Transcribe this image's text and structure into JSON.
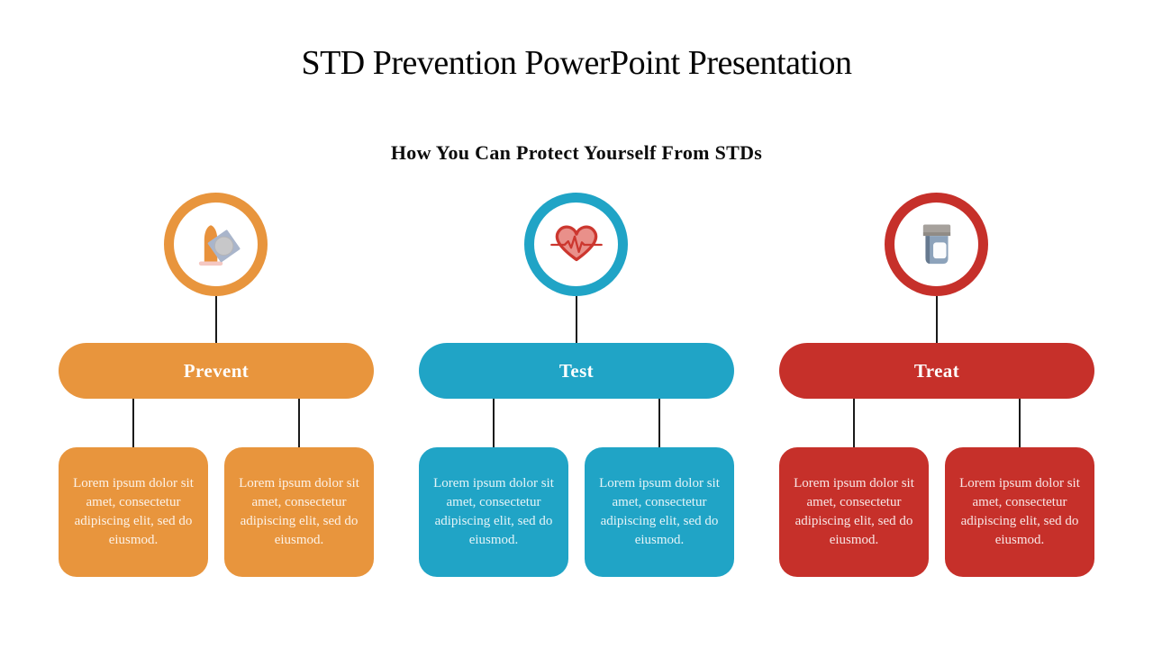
{
  "slide": {
    "title": "STD Prevention PowerPoint Presentation",
    "subtitle": "How You Can Protect Yourself From STDs"
  },
  "colors": {
    "orange": "#E8953D",
    "teal": "#20A4C6",
    "red": "#C6302A",
    "connector_line": "#1a1a1a"
  },
  "columns": [
    {
      "label": "Prevent",
      "color": "#E8953D",
      "icon": "condom-icon",
      "boxes": [
        {
          "text": "Lorem ipsum dolor sit amet, consectetur adipiscing elit, sed do eiusmod."
        },
        {
          "text": "Lorem ipsum dolor sit amet, consectetur adipiscing elit, sed do eiusmod."
        }
      ]
    },
    {
      "label": "Test",
      "color": "#20A4C6",
      "icon": "heartbeat-icon",
      "boxes": [
        {
          "text": "Lorem ipsum dolor sit amet, consectetur adipiscing elit, sed do eiusmod."
        },
        {
          "text": "Lorem ipsum dolor sit amet, consectetur adipiscing elit, sed do eiusmod."
        }
      ]
    },
    {
      "label": "Treat",
      "color": "#C6302A",
      "icon": "pill-bottle-icon",
      "boxes": [
        {
          "text": "Lorem ipsum dolor sit amet, consectetur adipiscing elit, sed do eiusmod."
        },
        {
          "text": "Lorem ipsum dolor sit amet, consectetur adipiscing elit, sed do eiusmod."
        }
      ]
    }
  ]
}
